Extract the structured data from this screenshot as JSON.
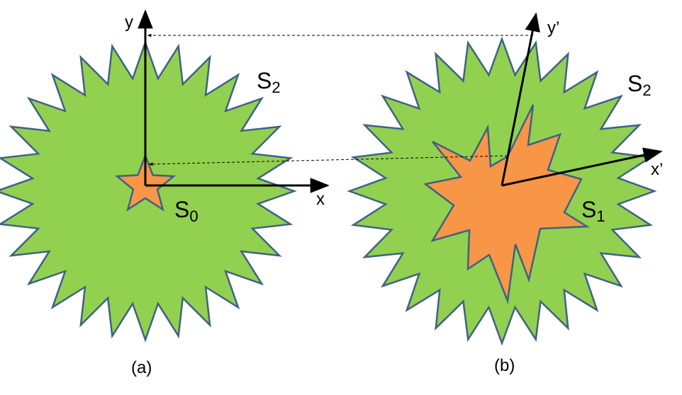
{
  "colors": {
    "outer_fill": "#92d050",
    "inner_fill": "#f79646",
    "outline": "#3f6185",
    "axis": "#000000"
  },
  "panel_a": {
    "caption": "(a)",
    "x_label": "x",
    "y_label": "y",
    "outer_set": {
      "letter": "S",
      "index": "2"
    },
    "inner_set": {
      "letter": "S",
      "index": "0"
    }
  },
  "panel_b": {
    "caption": "(b)",
    "x_label": "x’",
    "y_label": "y’",
    "outer_set": {
      "letter": "S",
      "index": "2"
    },
    "inner_set": {
      "letter": "S",
      "index": "1"
    }
  }
}
